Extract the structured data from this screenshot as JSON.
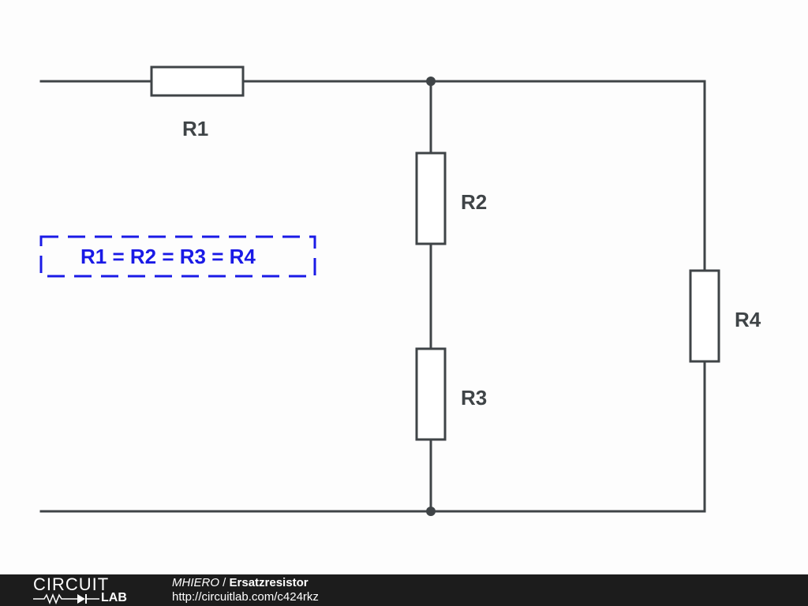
{
  "schematic": {
    "resistors": {
      "r1": "R1",
      "r2": "R2",
      "r3": "R3",
      "r4": "R4"
    },
    "note": "R1 = R2 = R3 = R4",
    "colors": {
      "wire": "#3f4447",
      "note": "#1a1ae6"
    }
  },
  "footer": {
    "logo_top": "CIRCUIT",
    "logo_bottom": "LAB",
    "author": "MHIERO",
    "separator": " / ",
    "title": "Ersatzresistor",
    "url": "http://circuitlab.com/c424rkz",
    "background": "#1c1c1c"
  }
}
